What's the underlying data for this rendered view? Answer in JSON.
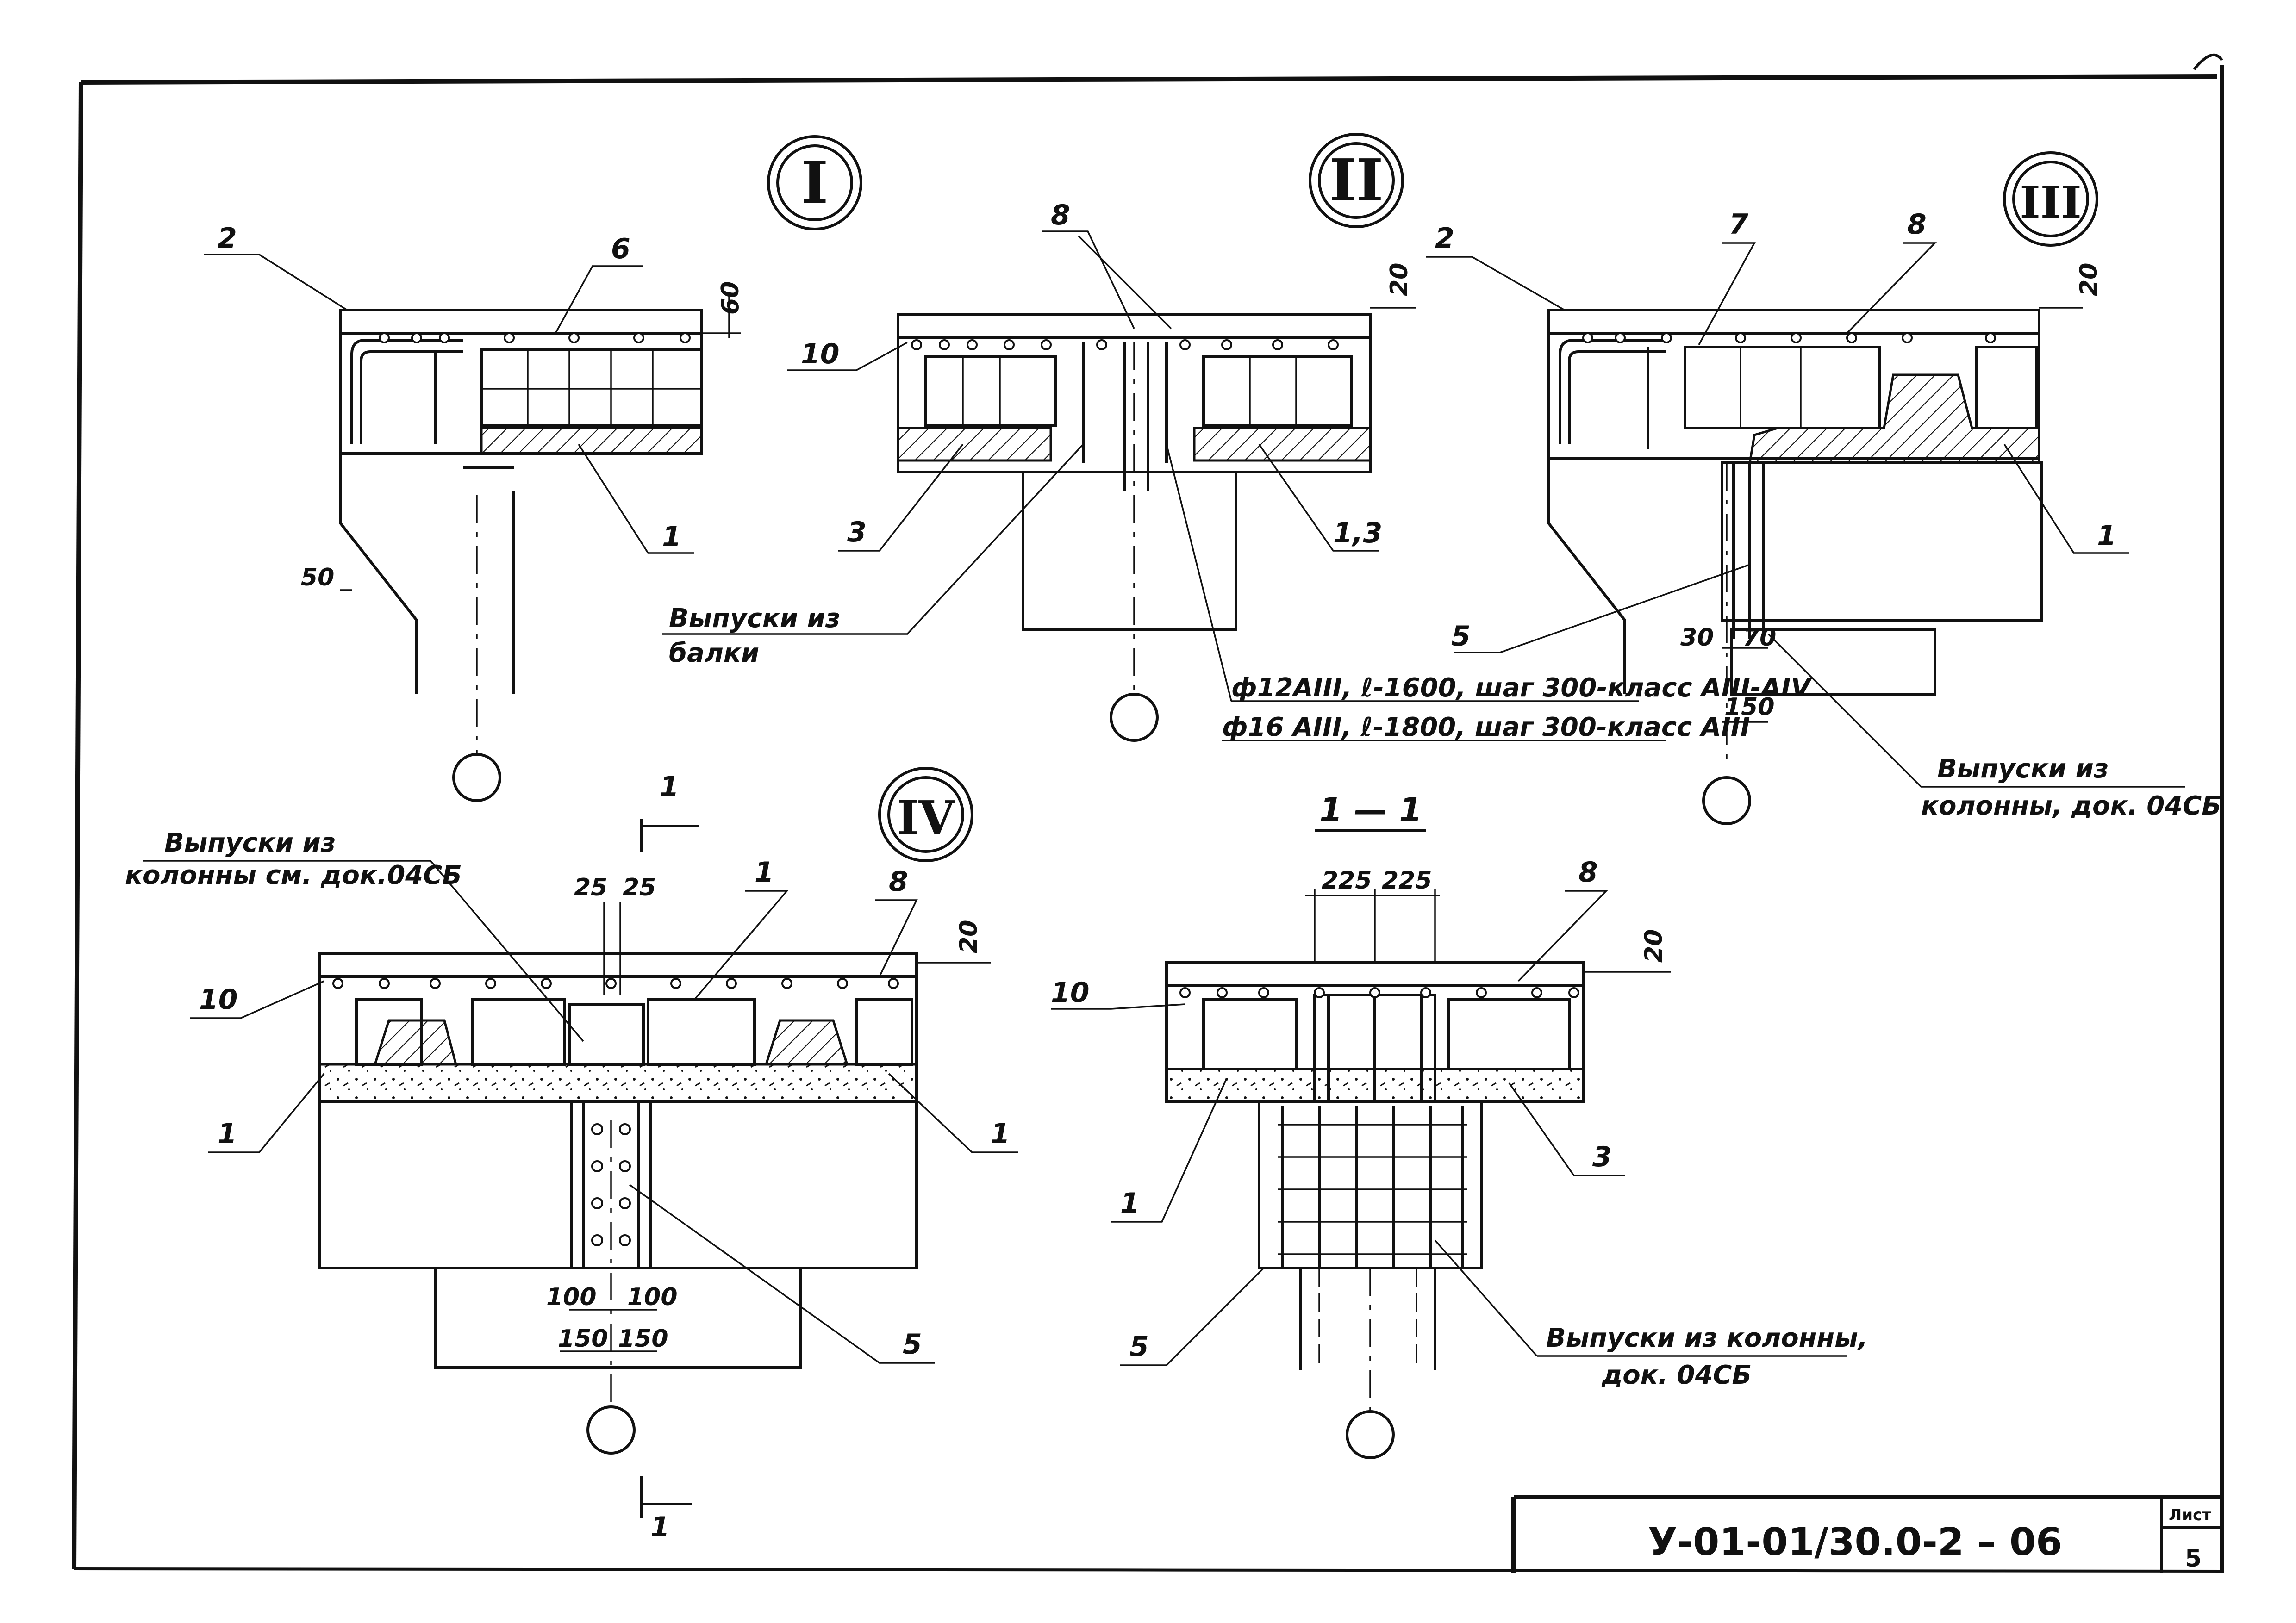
{
  "nodes": {
    "I": "I",
    "II": "II",
    "III": "III",
    "IV": "IV"
  },
  "section_title": "1 — 1",
  "section_marks": {
    "top": "1",
    "bottom": "1"
  },
  "labels": {
    "I_2": "2",
    "I_6": "6",
    "I_1": "1",
    "I_dim_60": "60",
    "I_dim_50": "50",
    "II_8": "8",
    "II_10": "10",
    "II_3": "3",
    "II_13": "1,3",
    "II_dim_20": "20",
    "II_outlet": "Выпуски из",
    "II_outlet2": "балки",
    "II_spec1": "ф12АIII, ℓ-1600, шаг 300-класс АIII-АIV",
    "II_spec2": "ф16 АIII, ℓ-1800, шаг 300-класс АIII",
    "III_2": "2",
    "III_7": "7",
    "III_8": "8",
    "III_1": "1",
    "III_5": "5",
    "III_dim_20": "20",
    "III_dim_30": "30",
    "III_dim_70": "70",
    "III_dim_150": "150",
    "III_outlet": "Выпуски из",
    "III_outlet2": "колонны, док. 04СБ",
    "IV_outlet": "Выпуски из",
    "IV_outlet2": "колонны см. док.04СБ",
    "IV_10": "10",
    "IV_1a": "1",
    "IV_8": "8",
    "IV_1l": "1",
    "IV_1r": "1",
    "IV_5": "5",
    "IV_dim_25a": "25",
    "IV_dim_25b": "25",
    "IV_dim_20": "20",
    "IV_dim_100a": "100",
    "IV_dim_100b": "100",
    "IV_dim_150a": "150",
    "IV_dim_150b": "150",
    "S_8": "8",
    "S_10": "10",
    "S_1": "1",
    "S_3": "3",
    "S_5": "5",
    "S_dim_225a": "225",
    "S_dim_225b": "225",
    "S_dim_20": "20",
    "S_outlet": "Выпуски из колонны,",
    "S_outlet2": "док. 04СБ"
  },
  "stamp": {
    "code": "У-01-01/30.0-2 – 06",
    "sheet_label": "Лист",
    "sheet_number": "5"
  }
}
